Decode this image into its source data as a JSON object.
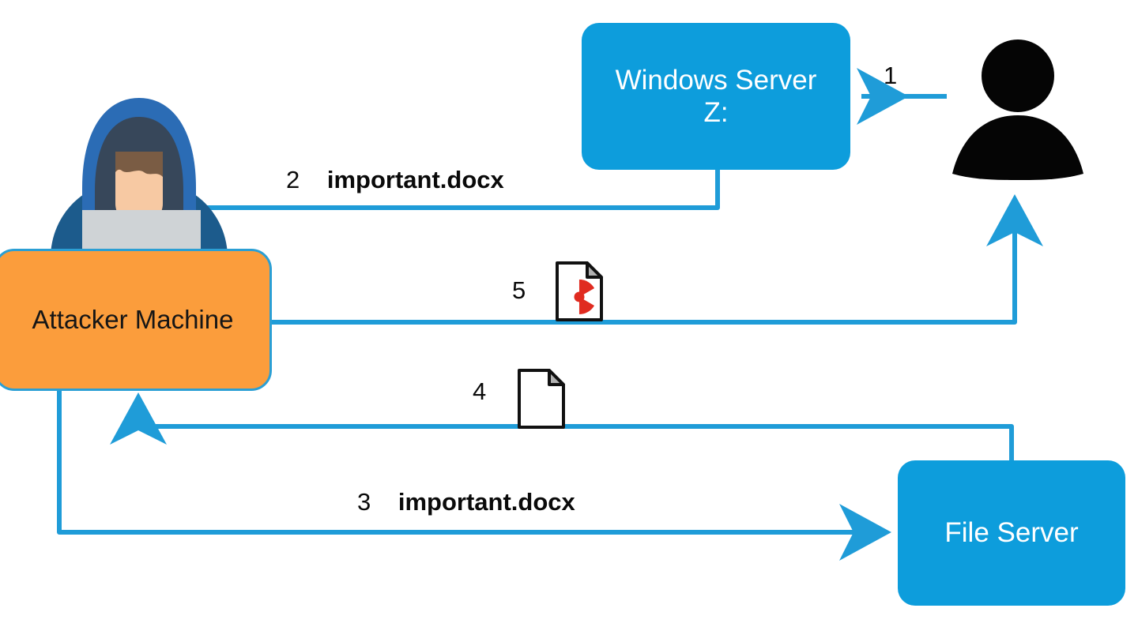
{
  "diagram": {
    "title": "Attacker file-swap attack flow",
    "background_color": "#ffffff",
    "colors": {
      "node_blue": "#0d9ddc",
      "node_orange": "#fb9d3c",
      "connector_blue": "#1f9cd8",
      "orange_border": "#2b9fd4",
      "text_dark": "#0a0a0a",
      "text_light": "#ffffff",
      "radioactive_red": "#e02b20",
      "hood_blue": "#2b6cb5",
      "hood_shadow": "#37475a",
      "torso_blue": "#1c5b8c",
      "skin": "#f7c9a3",
      "hair_brown": "#7a5c44",
      "laptop_gray": "#cfd3d6",
      "user_black": "#050505"
    }
  },
  "nodes": [
    {
      "id": "windows-server",
      "label_line1": "Windows Server",
      "label_line2": "Z:",
      "shape": "rounded-rectangle",
      "fill": "#0d9ddc"
    },
    {
      "id": "attacker-machine",
      "label_line1": "Attacker Machine",
      "label_line2": "",
      "shape": "rounded-rectangle",
      "fill": "#fb9d3c"
    },
    {
      "id": "file-server",
      "label_line1": "File Server",
      "label_line2": "",
      "shape": "rounded-rectangle",
      "fill": "#0d9ddc"
    }
  ],
  "actors": [
    {
      "id": "hacker",
      "name": "hooded-hacker-with-laptop"
    },
    {
      "id": "user",
      "name": "user-silhouette"
    }
  ],
  "steps": [
    {
      "number": "1",
      "file": "",
      "from": "user",
      "to": "windows-server",
      "direction": "left"
    },
    {
      "number": "2",
      "file": "important.docx",
      "from": "windows-server",
      "to": "hacker-laptop",
      "direction": "down"
    },
    {
      "number": "3",
      "file": "important.docx",
      "from": "attacker-machine",
      "to": "file-server",
      "direction": "right"
    },
    {
      "number": "4",
      "file": "",
      "from": "file-server",
      "to": "attacker-machine",
      "direction": "up"
    },
    {
      "number": "5",
      "file": "",
      "from": "attacker-machine",
      "to": "user",
      "direction": "up"
    }
  ],
  "icons": [
    {
      "id": "doc-plain",
      "name": "document-icon",
      "step": "4"
    },
    {
      "id": "doc-infected",
      "name": "infected-document-icon",
      "step": "5"
    }
  ]
}
